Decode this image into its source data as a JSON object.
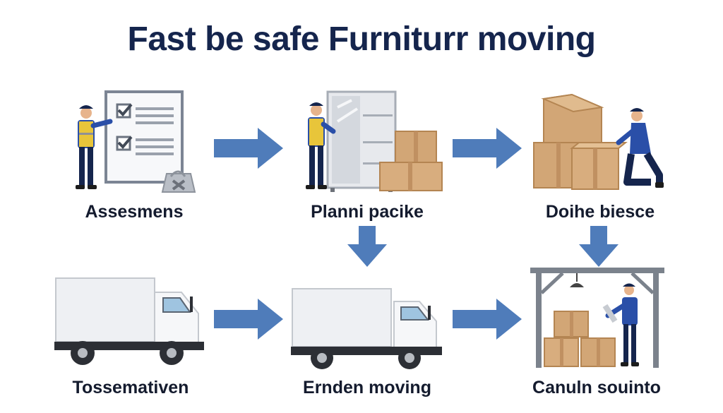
{
  "title": "Fast be safe Furniturr moving",
  "steps": [
    {
      "label": "Assesmens"
    },
    {
      "label": "Planni pacike"
    },
    {
      "label": "Doihe biesce"
    },
    {
      "label": "Tossemativen"
    },
    {
      "label": "Ernden moving"
    },
    {
      "label": "Canuln  souinto"
    }
  ],
  "colors": {
    "arrow": "#4f7cba",
    "title": "#15254d",
    "worker_shirt": "#2a4fa8",
    "worker_vest": "#e8c53a",
    "box": "#d2a676"
  }
}
